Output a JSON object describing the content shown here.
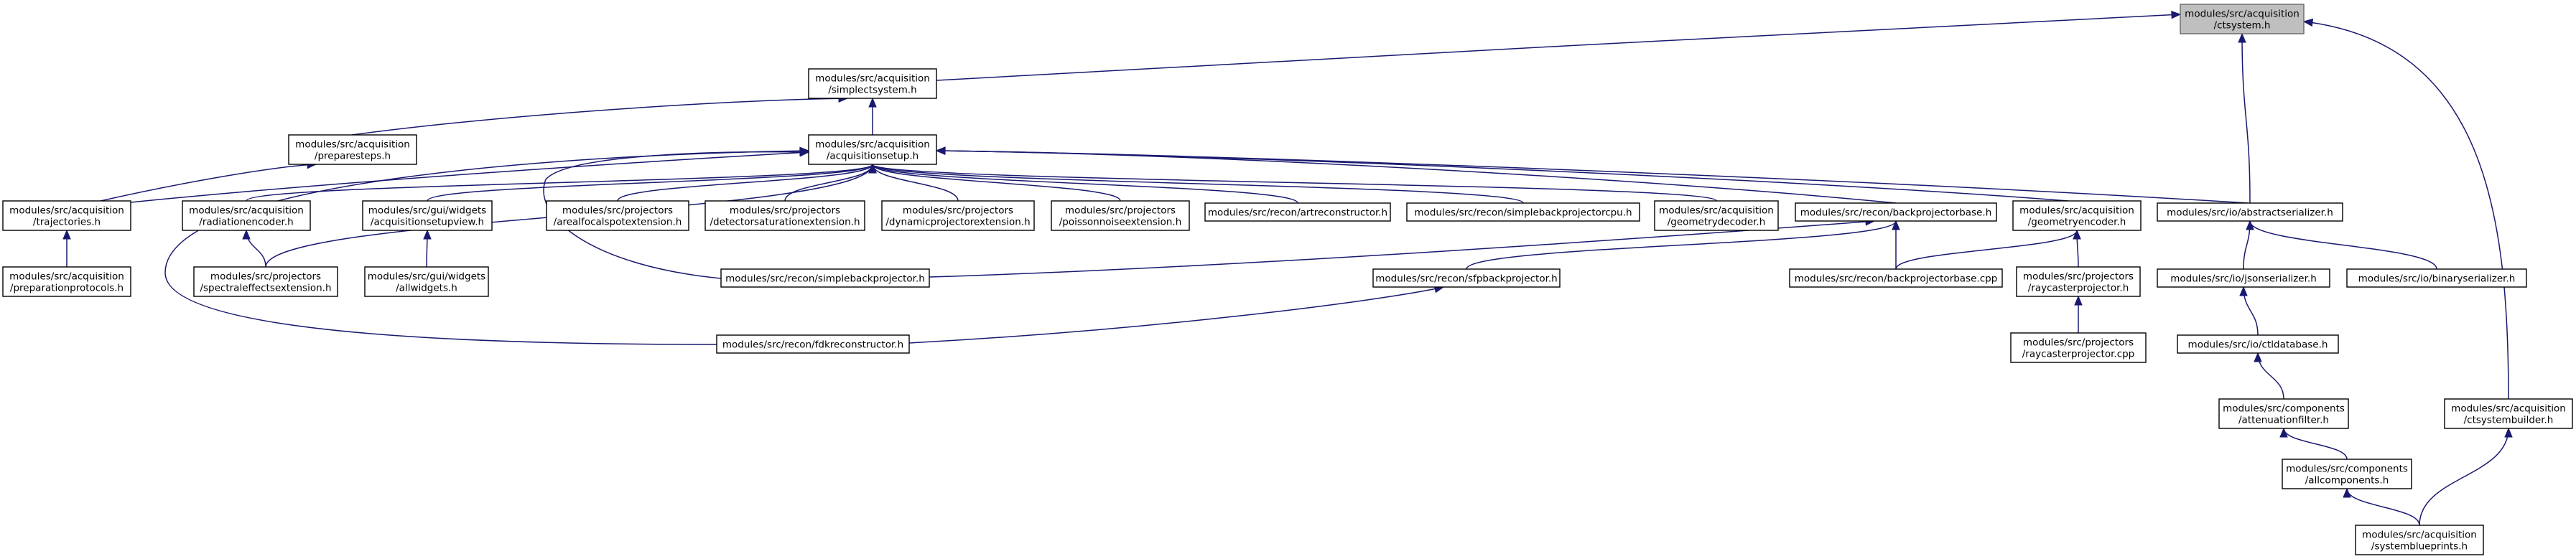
{
  "graph": {
    "nodes": [
      {
        "id": "ctsystem",
        "lines": [
          "modules/src/acquisition",
          "/ctsystem.h"
        ],
        "root": true
      },
      {
        "id": "simplectsystem",
        "lines": [
          "modules/src/acquisition",
          "/simplectsystem.h"
        ]
      },
      {
        "id": "acquisitionsetup",
        "lines": [
          "modules/src/acquisition",
          "/acquisitionsetup.h"
        ]
      },
      {
        "id": "preparesteps",
        "lines": [
          "modules/src/acquisition",
          "/preparesteps.h"
        ]
      },
      {
        "id": "trajectories",
        "lines": [
          "modules/src/acquisition",
          "/trajectories.h"
        ]
      },
      {
        "id": "preparationprotocols",
        "lines": [
          "modules/src/acquisition",
          "/preparationprotocols.h"
        ]
      },
      {
        "id": "radiationencoder",
        "lines": [
          "modules/src/acquisition",
          "/radiationencoder.h"
        ]
      },
      {
        "id": "spectraleffectsextension",
        "lines": [
          "modules/src/projectors",
          "/spectraleffectsextension.h"
        ]
      },
      {
        "id": "acquisitionsetupview",
        "lines": [
          "modules/src/gui/widgets",
          "/acquisitionsetupview.h"
        ]
      },
      {
        "id": "allwidgets",
        "lines": [
          "modules/src/gui/widgets",
          "/allwidgets.h"
        ]
      },
      {
        "id": "arealfocalspotextension",
        "lines": [
          "modules/src/projectors",
          "/arealfocalspotextension.h"
        ]
      },
      {
        "id": "detectorsaturationextension",
        "lines": [
          "modules/src/projectors",
          "/detectorsaturationextension.h"
        ]
      },
      {
        "id": "dynamicprojectorextension",
        "lines": [
          "modules/src/projectors",
          "/dynamicprojectorextension.h"
        ]
      },
      {
        "id": "poissonnoiseextension",
        "lines": [
          "modules/src/projectors",
          "/poissonnoiseextension.h"
        ]
      },
      {
        "id": "artreconstructor",
        "lines": [
          "modules/src/recon/artreconstructor.h"
        ]
      },
      {
        "id": "simplebackprojectorcpu",
        "lines": [
          "modules/src/recon/simplebackprojectorcpu.h"
        ]
      },
      {
        "id": "geometrydecoder",
        "lines": [
          "modules/src/acquisition",
          "/geometrydecoder.h"
        ]
      },
      {
        "id": "backprojectorbase",
        "lines": [
          "modules/src/recon/backprojectorbase.h"
        ]
      },
      {
        "id": "geometryencoder",
        "lines": [
          "modules/src/acquisition",
          "/geometryencoder.h"
        ]
      },
      {
        "id": "abstractserializer",
        "lines": [
          "modules/src/io/abstractserializer.h"
        ]
      },
      {
        "id": "simplebackprojector",
        "lines": [
          "modules/src/recon/simplebackprojector.h"
        ]
      },
      {
        "id": "sfpbackprojector",
        "lines": [
          "modules/src/recon/sfpbackprojector.h"
        ]
      },
      {
        "id": "fdkreconstructor",
        "lines": [
          "modules/src/recon/fdkreconstructor.h"
        ]
      },
      {
        "id": "backprojectorbase_cpp",
        "lines": [
          "modules/src/recon/backprojectorbase.cpp"
        ]
      },
      {
        "id": "raycasterprojector_h",
        "lines": [
          "modules/src/projectors",
          "/raycasterprojector.h"
        ]
      },
      {
        "id": "raycasterprojector_cpp",
        "lines": [
          "modules/src/projectors",
          "/raycasterprojector.cpp"
        ]
      },
      {
        "id": "jsonserializer",
        "lines": [
          "modules/src/io/jsonserializer.h"
        ]
      },
      {
        "id": "binaryserializer",
        "lines": [
          "modules/src/io/binaryserializer.h"
        ]
      },
      {
        "id": "ctldatabase",
        "lines": [
          "modules/src/io/ctldatabase.h"
        ]
      },
      {
        "id": "attenuationfilter",
        "lines": [
          "modules/src/components",
          "/attenuationfilter.h"
        ]
      },
      {
        "id": "allcomponents",
        "lines": [
          "modules/src/components",
          "/allcomponents.h"
        ]
      },
      {
        "id": "ctsystembuilder",
        "lines": [
          "modules/src/acquisition",
          "/ctsystembuilder.h"
        ]
      },
      {
        "id": "systemblueprints",
        "lines": [
          "modules/src/acquisition",
          "/systemblueprints.h"
        ]
      }
    ],
    "edges": [
      {
        "from": "simplectsystem",
        "to": "ctsystem"
      },
      {
        "from": "abstractserializer",
        "to": "ctsystem"
      },
      {
        "from": "ctsystembuilder",
        "to": "ctsystem"
      },
      {
        "from": "acquisitionsetup",
        "to": "simplectsystem"
      },
      {
        "from": "preparesteps",
        "to": "simplectsystem"
      },
      {
        "from": "trajectories",
        "to": "preparesteps"
      },
      {
        "from": "trajectories",
        "to": "acquisitionsetup"
      },
      {
        "from": "radiationencoder",
        "to": "acquisitionsetup"
      },
      {
        "from": "spectraleffectsextension",
        "to": "acquisitionsetup"
      },
      {
        "from": "acquisitionsetupview",
        "to": "acquisitionsetup"
      },
      {
        "from": "arealfocalspotextension",
        "to": "acquisitionsetup"
      },
      {
        "from": "detectorsaturationextension",
        "to": "acquisitionsetup"
      },
      {
        "from": "dynamicprojectorextension",
        "to": "acquisitionsetup"
      },
      {
        "from": "poissonnoiseextension",
        "to": "acquisitionsetup"
      },
      {
        "from": "artreconstructor",
        "to": "acquisitionsetup"
      },
      {
        "from": "simplebackprojectorcpu",
        "to": "acquisitionsetup"
      },
      {
        "from": "geometrydecoder",
        "to": "acquisitionsetup"
      },
      {
        "from": "backprojectorbase",
        "to": "acquisitionsetup"
      },
      {
        "from": "geometryencoder",
        "to": "acquisitionsetup"
      },
      {
        "from": "abstractserializer",
        "to": "acquisitionsetup"
      },
      {
        "from": "simplebackprojector",
        "to": "acquisitionsetup"
      },
      {
        "from": "fdkreconstructor",
        "to": "acquisitionsetup"
      },
      {
        "from": "preparationprotocols",
        "to": "trajectories"
      },
      {
        "from": "spectraleffectsextension",
        "to": "radiationencoder"
      },
      {
        "from": "allwidgets",
        "to": "acquisitionsetupview"
      },
      {
        "from": "simplebackprojector",
        "to": "backprojectorbase"
      },
      {
        "from": "sfpbackprojector",
        "to": "backprojectorbase"
      },
      {
        "from": "backprojectorbase_cpp",
        "to": "backprojectorbase"
      },
      {
        "from": "backprojectorbase_cpp",
        "to": "geometryencoder"
      },
      {
        "from": "raycasterprojector_h",
        "to": "geometryencoder"
      },
      {
        "from": "fdkreconstructor",
        "to": "sfpbackprojector"
      },
      {
        "from": "raycasterprojector_cpp",
        "to": "raycasterprojector_h"
      },
      {
        "from": "jsonserializer",
        "to": "abstractserializer"
      },
      {
        "from": "binaryserializer",
        "to": "abstractserializer"
      },
      {
        "from": "ctldatabase",
        "to": "jsonserializer"
      },
      {
        "from": "attenuationfilter",
        "to": "ctldatabase"
      },
      {
        "from": "allcomponents",
        "to": "attenuationfilter"
      },
      {
        "from": "systemblueprints",
        "to": "allcomponents"
      },
      {
        "from": "systemblueprints",
        "to": "ctsystembuilder"
      }
    ]
  }
}
